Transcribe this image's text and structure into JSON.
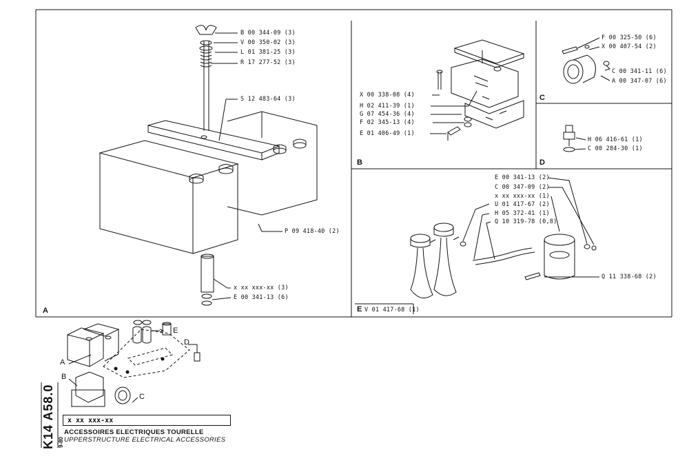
{
  "sheet": {
    "code_main": "K14 A58.0",
    "date": "9-80",
    "ref_box": "x xx xxx-xx",
    "title_fr": "ACCESSOIRES ELECTRIQUES TOURELLE",
    "title_en": "UPPERSTRUCTURE ELECTRICAL ACCESSORIES"
  },
  "panels": {
    "A": {
      "letter": "A",
      "labels": [
        "B 00 344-09 (3)",
        "V 00 350-02 (3)",
        "L 01 381-25 (3)",
        "R 17 277-52 (3)",
        "S 12 483-64 (3)",
        "P 09 418-40 (2)",
        "x xx xxx-xx (3)",
        "E 00 341-13 (6)"
      ]
    },
    "B": {
      "letter": "B",
      "labels": [
        "X 00 338-08 (4)",
        "H 02 411-39 (1)",
        "G 07 454-36 (4)",
        "F 02 345-13 (4)",
        "E 01 406-49 (1)"
      ]
    },
    "C": {
      "letter": "C",
      "labels": [
        "F 00 325-50 (6)",
        "X 00 407-54 (2)",
        "C 00 341-11 (6)",
        "A 00 347-07 (6)"
      ]
    },
    "D": {
      "letter": "D",
      "labels": [
        "H 06 416-61 (1)",
        "C 00 284-30 (1)"
      ]
    },
    "E": {
      "letter": "E",
      "assembly": "V 01 417-68 (1)",
      "labels": [
        "E 00 341-13 (2)",
        "C 00 347-09 (2)",
        "x xx xxx-xx (1)",
        "U 01 417-67 (2)",
        "H 05 372-41 (1)",
        "Q 10 319-78 (0,8)",
        "Q 11 338-68 (2)"
      ]
    }
  },
  "key_letters": [
    "A",
    "B",
    "C",
    "D",
    "E"
  ]
}
